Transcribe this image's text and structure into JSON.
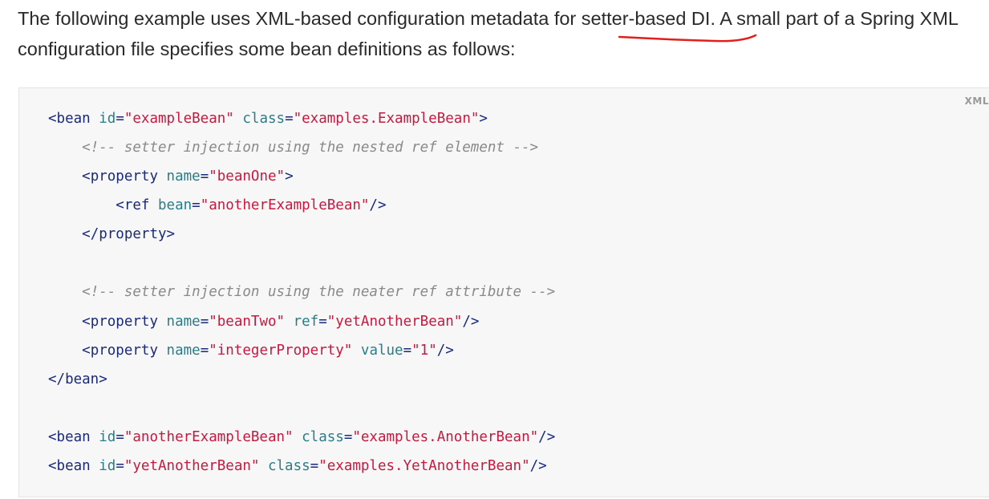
{
  "intro": {
    "part1": "The following example uses XML-based configuration metadata for ",
    "highlight": "setter-based DI",
    "part2": ". A small part of a Spring XML configuration file specifies some bean definitions as follows:"
  },
  "code": {
    "language_label": "XML",
    "lines": {
      "l1": {
        "open": "<bean",
        "a1": "id",
        "v1": "\"exampleBean\"",
        "a2": "class",
        "v2": "\"examples.ExampleBean\"",
        "close": ">"
      },
      "l2": {
        "comment": "<!-- setter injection using the nested ref element -->"
      },
      "l3": {
        "open": "<property",
        "a1": "name",
        "v1": "\"beanOne\"",
        "close": ">"
      },
      "l4": {
        "open": "<ref",
        "a1": "bean",
        "v1": "\"anotherExampleBean\"",
        "close": "/>"
      },
      "l5": {
        "text": "</property>"
      },
      "l6": {
        "comment": "<!-- setter injection using the neater ref attribute -->"
      },
      "l7": {
        "open": "<property",
        "a1": "name",
        "v1": "\"beanTwo\"",
        "a2": "ref",
        "v2": "\"yetAnotherBean\"",
        "close": "/>"
      },
      "l8": {
        "open": "<property",
        "a1": "name",
        "v1": "\"integerProperty\"",
        "a2": "value",
        "v2": "\"1\"",
        "close": "/>"
      },
      "l9": {
        "text": "</bean>"
      },
      "l10": {
        "open": "<bean",
        "a1": "id",
        "v1": "\"anotherExampleBean\"",
        "a2": "class",
        "v2": "\"examples.AnotherBean\"",
        "close": "/>"
      },
      "l11": {
        "open": "<bean",
        "a1": "id",
        "v1": "\"yetAnotherBean\"",
        "a2": "class",
        "v2": "\"examples.YetAnotherBean\"",
        "close": "/>"
      }
    }
  },
  "colors": {
    "tag": "#1a2a7a",
    "attribute": "#2a7d88",
    "value": "#c6193f",
    "comment": "#8a8a8a",
    "annotation_underline": "#e0201a"
  }
}
